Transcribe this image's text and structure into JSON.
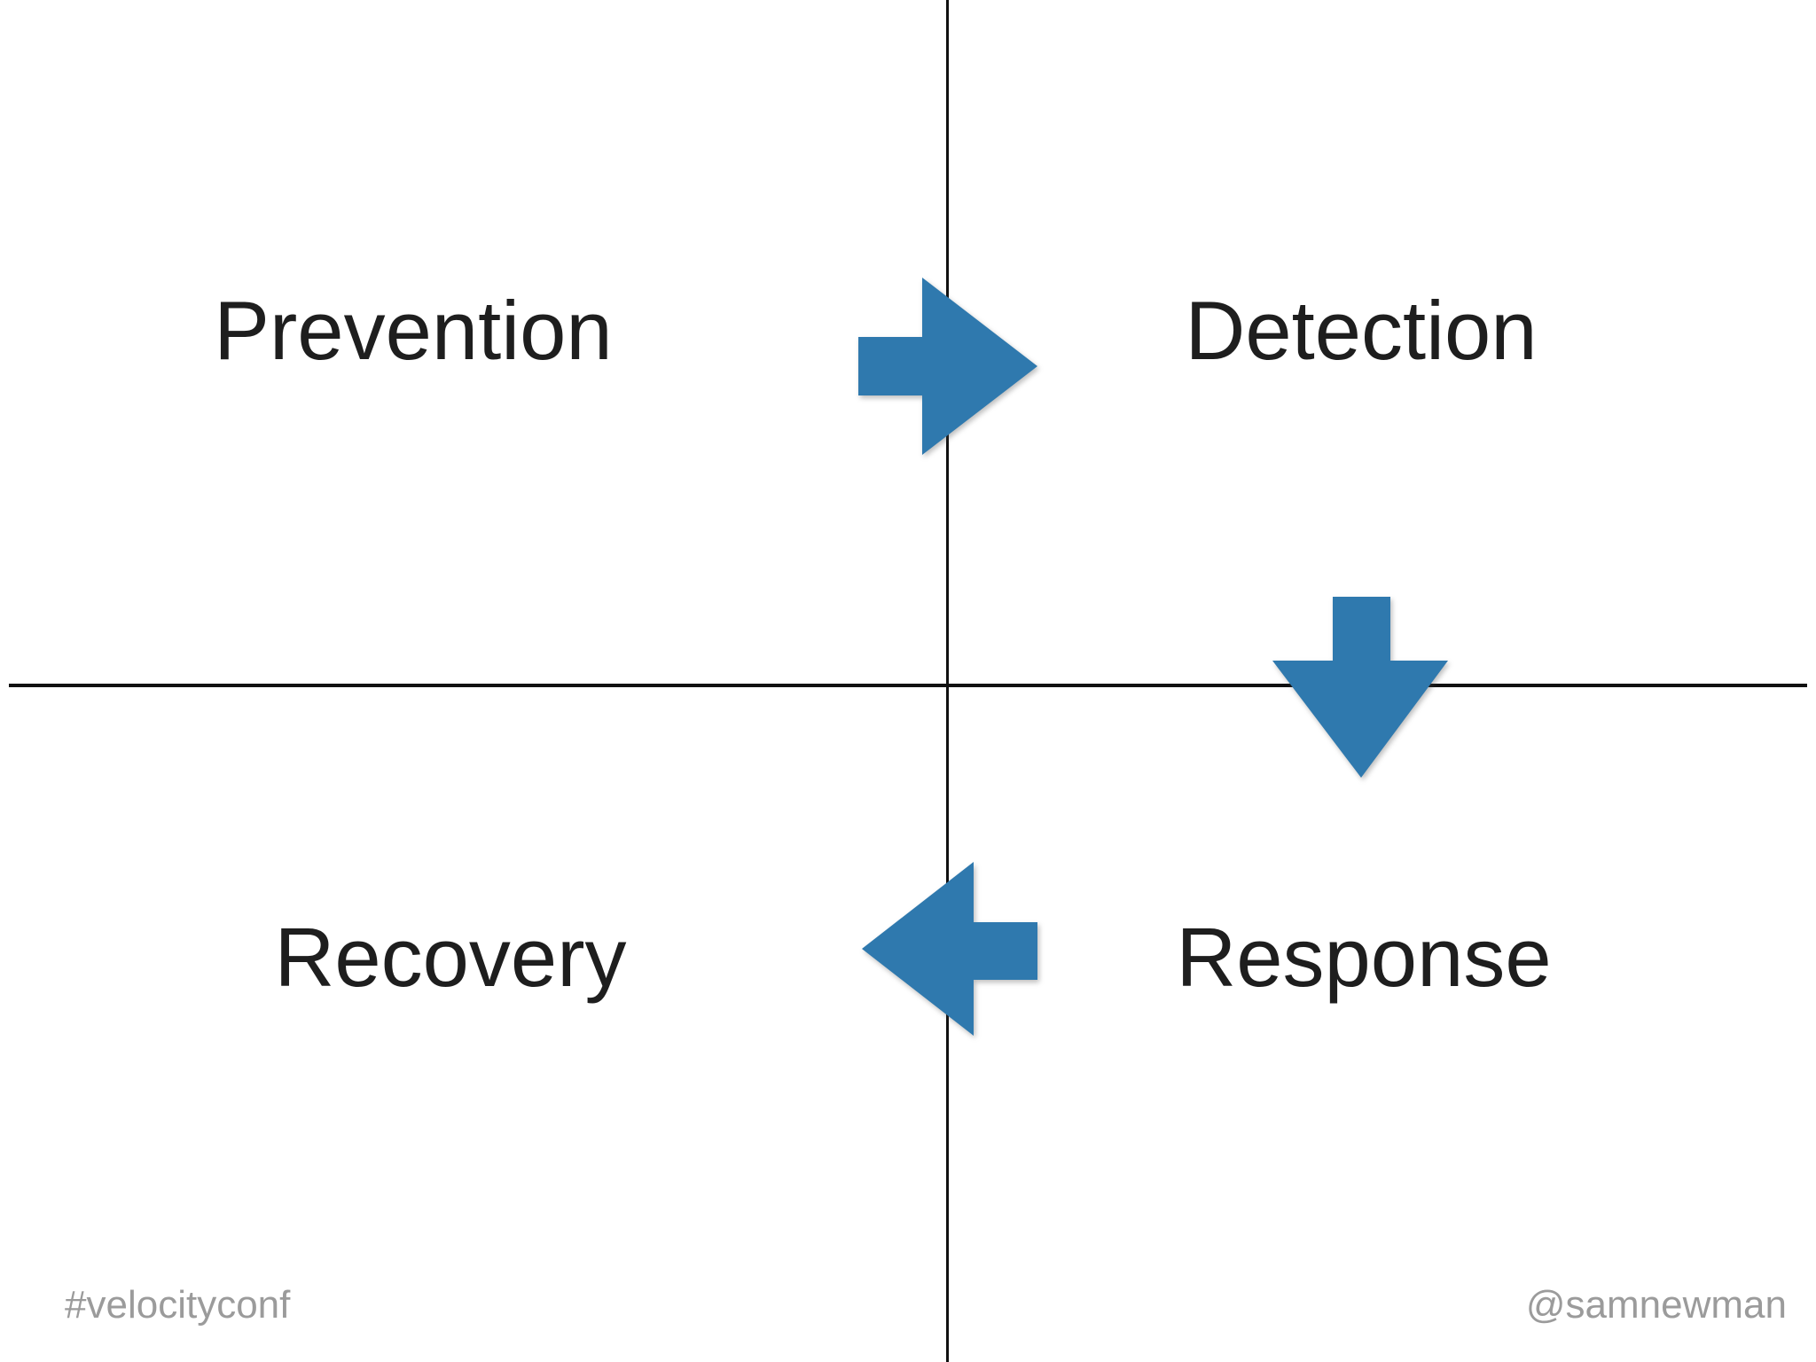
{
  "slide": {
    "quadrants": {
      "top_left": {
        "label": "Prevention"
      },
      "top_right": {
        "label": "Detection"
      },
      "bottom_left": {
        "label": "Recovery"
      },
      "bottom_right": {
        "label": "Response"
      }
    },
    "arrows": [
      {
        "direction": "right",
        "from": "Prevention",
        "to": "Detection"
      },
      {
        "direction": "down",
        "from": "Detection",
        "to": "Response"
      },
      {
        "direction": "left",
        "from": "Response",
        "to": "Recovery"
      }
    ],
    "footer": {
      "left": "#velocityconf",
      "right": "@samnewman"
    }
  },
  "colors": {
    "arrow_blue": "#2f79ae",
    "line_black": "#111111",
    "text_dark": "#1e1e1e",
    "text_gray": "#9b9b9b",
    "background": "#ffffff"
  }
}
